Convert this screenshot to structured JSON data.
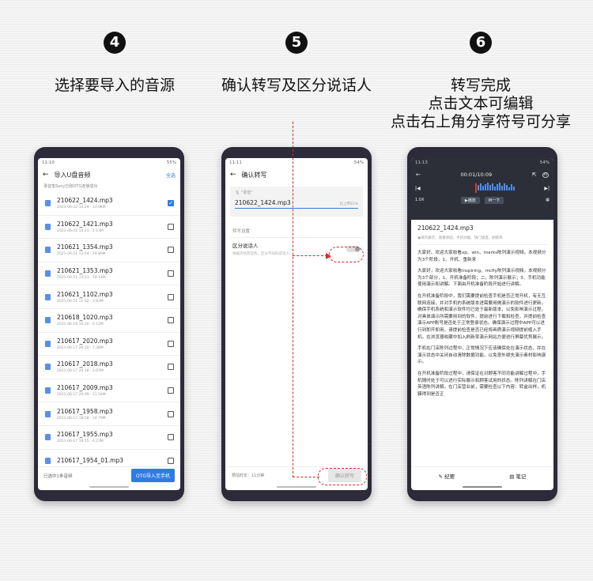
{
  "steps": [
    {
      "number": "4",
      "title_lines": [
        "选择要导入的音源"
      ]
    },
    {
      "number": "5",
      "title_lines": [
        "确认转写及区分说话人"
      ]
    },
    {
      "number": "6",
      "title_lines": [
        "转写完成",
        "点击文本可编辑",
        "点击右上角分享符号可分享"
      ]
    }
  ],
  "screen1": {
    "status_time": "11:10",
    "status_battery": "55%",
    "title": "导入U盘音频",
    "select_all": "全选",
    "sub_label": "录音笔Sony已和OTG连接成功",
    "files": [
      {
        "name": "210622_1424.mp3",
        "meta": "2021-06-22 14:24 · 13.9KM",
        "checked": true
      },
      {
        "name": "210622_1421.mp3",
        "meta": "2021-06-22 14:21 · 2.13M",
        "checked": false
      },
      {
        "name": "210621_1354.mp3",
        "meta": "2021-06-21 13:54 · 19.80M",
        "checked": false
      },
      {
        "name": "210621_1353.mp3",
        "meta": "2021-06-21 13:53 · 19.14M",
        "checked": false
      },
      {
        "name": "210621_1102.mp3",
        "meta": "2021-06-21 11:02 · 3.83M",
        "checked": false
      },
      {
        "name": "210618_1020.mp3",
        "meta": "2021-06-18 10:20 · 0.12M",
        "checked": false
      },
      {
        "name": "210617_2020.mp3",
        "meta": "2021-06-17 20:20 · 7.38M",
        "checked": false
      },
      {
        "name": "210617_2018.mp3",
        "meta": "2021-06-17 20:18 · 2.07M",
        "checked": false
      },
      {
        "name": "210617_2009.mp3",
        "meta": "2021-06-17 20:09 · 11.54M",
        "checked": false
      },
      {
        "name": "210617_1958.mp3",
        "meta": "2021-06-17 19:58 · 14.79M",
        "checked": false
      },
      {
        "name": "210617_1955.mp3",
        "meta": "2021-06-17 19:55 · 6.23M",
        "checked": false
      },
      {
        "name": "210617_1954_01.mp3",
        "meta": "",
        "checked": false
      }
    ],
    "selected_count": "已选中1条音频",
    "otg_button": "OTG导入至手机"
  },
  "screen2": {
    "status_time": "11:11",
    "status_battery": "54%",
    "title": "确认转写",
    "mic_label": "\"录音\"",
    "file_name": "210622_1424.mp3",
    "upload_status": "已上传81%",
    "section": "转写设置",
    "speaker_title": "区分说话人",
    "speaker_desc": "根据声纹及音色，区分不同的说话人",
    "estimate": "预估时长：11分钟",
    "confirm_button": "确认转写"
  },
  "screen3": {
    "status_time": "11:13",
    "status_battery": "54%",
    "player_time": "00:01/10:09",
    "speed": "1.0X",
    "play_button": "▶播放",
    "next_button": "M一下",
    "doc_title": "210622_1424.mp3",
    "doc_tags": "演示展示、观看体验、手机功能、快门速度、刷新率",
    "paragraphs": [
      "大家好。欢迎大家收看xp、win、marks陈列演示视频。本视频分为3个阶段，1、开机、重新来",
      "大家好，欢迎大家收看inspiring、mcfly陈列演示视频。本视频分为3个部分，1、开机准备阶段；二、陈列演示展示；3、手机功能使用演示和讲解。下面由开机准备阶段开始进行讲解。",
      "在开机准备阶段中，我们需要提前检查手机是否正常开机，有无互联网连接，并对手机的系统版本进需要用做演示的软件进行更新。确保手机系统和演示软件均已处于最新版本，以免影响演示过程。对具体演示所需要用到的软件，提前进行下载和检查，并提前检查演示APP账号是否处于正常登录状态。确保演示过程中APP可以进行到即开即用。请提前检查是否已经将画质演示视频提前植入手机。在浏览器收藏中加入刷新率演示网站方便进行屏幕优势展示。",
      "手机在门店陈列过程中，正常情况下应该确保处在演示状态，并在演示状态中关闭自动清除数据功能，以免意外损失演示素材影响演示。",
      "在开机准备阶段过程中，请保证在对顾客不同功能讲解过程中，手机随时处于可以进行实际展示和顾客试用的状态。陈列讲解在门店英语陈列讲解，在门店营业前，需要检查以下内容：转盒出样，机膜得到是否正"
    ],
    "summary_button": "纪要",
    "notes_button": "笔记"
  }
}
